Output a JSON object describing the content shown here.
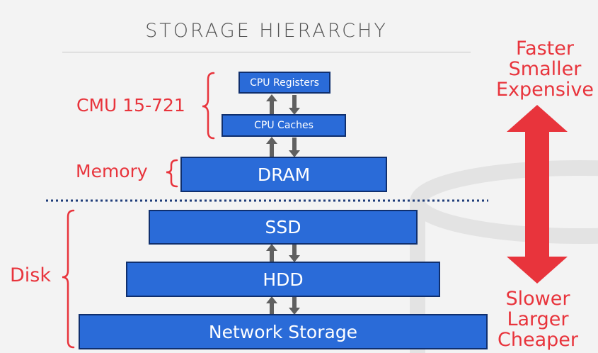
{
  "slide": {
    "title": "STORAGE HIERARCHY"
  },
  "tiers": {
    "cpu_registers": "CPU Registers",
    "cpu_caches": "CPU Caches",
    "dram": "DRAM",
    "ssd": "SSD",
    "hdd": "HDD",
    "network_storage": "Network Storage"
  },
  "groups": {
    "cmu_course": "CMU 15-721",
    "memory": "Memory",
    "disk": "Disk"
  },
  "spectrum": {
    "top": [
      "Faster",
      "Smaller",
      "Expensive"
    ],
    "bottom": [
      "Slower",
      "Larger",
      "Cheaper"
    ]
  },
  "colors": {
    "box_fill": "#2a6bd8",
    "box_border": "#0f2f6e",
    "accent_red": "#e8343c",
    "arrow_gray": "#606060",
    "divider": "#1f3d7a"
  }
}
